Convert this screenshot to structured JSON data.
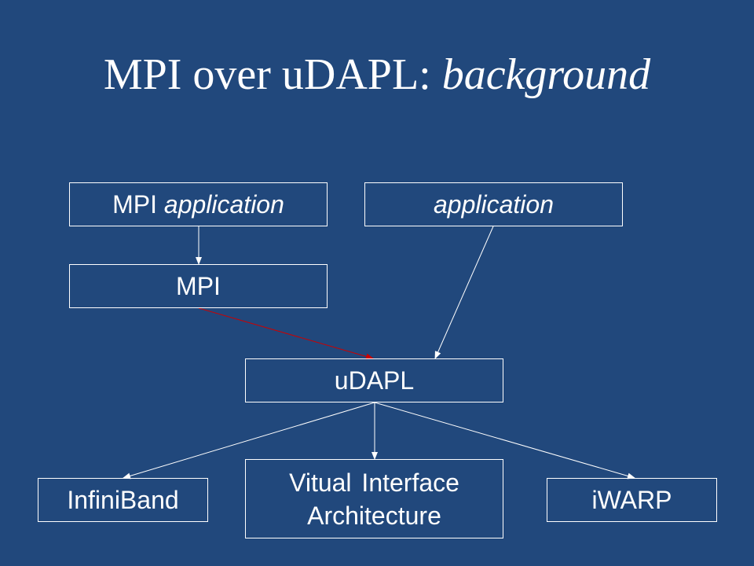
{
  "title": {
    "main": "MPI over uDAPL: ",
    "emphasis": "background"
  },
  "nodes": {
    "mpi_application": {
      "prefix": "MPI ",
      "emphasis": "application"
    },
    "application": {
      "emphasis": "application"
    },
    "mpi": {
      "label": "MPI"
    },
    "udapl": {
      "label": "uDAPL"
    },
    "infiniband": {
      "label": "InfiniBand"
    },
    "via": {
      "line1": "Vitual Interface",
      "line2": "Architecture"
    },
    "iwarp": {
      "label": "iWARP"
    }
  },
  "colors": {
    "background": "#21487c",
    "stroke": "#ffffff",
    "highlight_arrow": "#cc0000"
  }
}
